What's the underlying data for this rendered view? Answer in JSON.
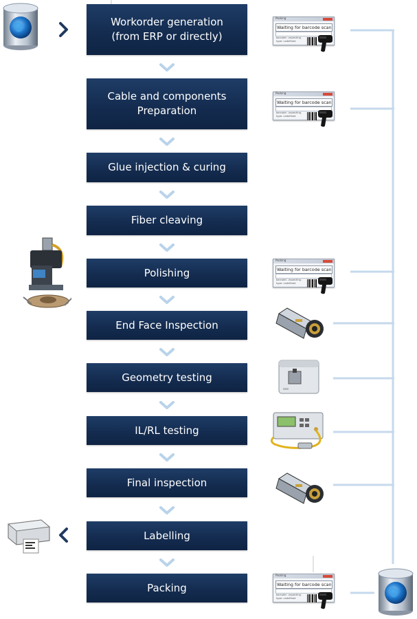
{
  "diagram": {
    "steps": [
      {
        "label": "Workorder generation\n(from ERP or directly)"
      },
      {
        "label": "Cable and components\nPreparation"
      },
      {
        "label": "Glue injection & curing"
      },
      {
        "label": "Fiber cleaving"
      },
      {
        "label": "Polishing"
      },
      {
        "label": "End Face Inspection"
      },
      {
        "label": "Geometry testing"
      },
      {
        "label": "IL/RL testing"
      },
      {
        "label": "Final inspection"
      },
      {
        "label": "Labelling"
      },
      {
        "label": "Packing"
      }
    ],
    "scan_window": {
      "title": "Packing",
      "message": "Waiting for barcode scan",
      "sub1": "barcode: -expecting-",
      "sub2": "type: undefined"
    },
    "colors": {
      "step_fill": "#142c50",
      "step_text": "#ffffff",
      "chevron": "#b9d3ea",
      "bus_line": "#c6d9ec",
      "arrow": "#1f3a5f"
    },
    "icons": {
      "database": "database-icon",
      "barcode_scanner": "barcode-scanner-icon",
      "inspection_probe": "inspection-probe-icon",
      "polisher": "polishing-machine-icon",
      "interferometer": "interferometer-icon",
      "il_rl_meter": "il-rl-test-meter-icon",
      "label_printer": "label-printer-icon"
    }
  }
}
